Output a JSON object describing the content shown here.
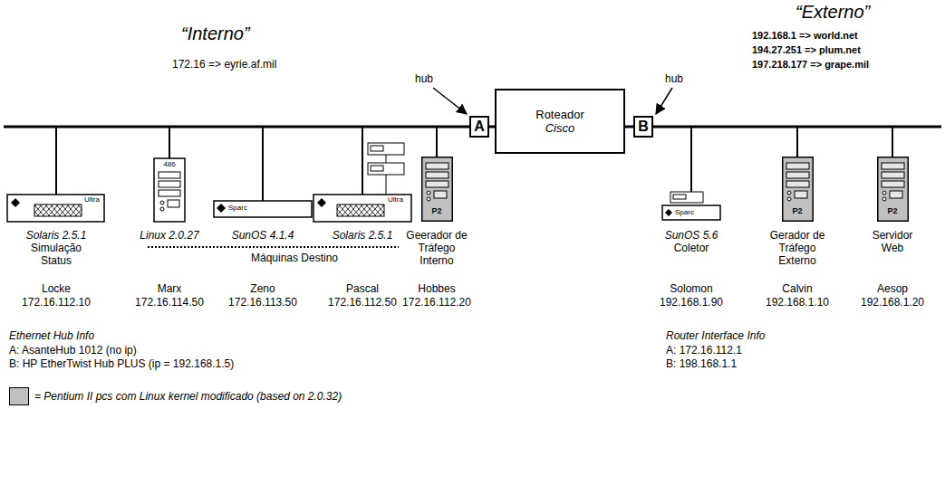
{
  "diagram": {
    "nodes": [
      {
        "text": [
          "A"
        ]
      },
      {
        "text": [
          "Roteador",
          "Cisco"
        ]
      },
      {
        "text": [
          "B"
        ]
      }
    ],
    "edges": [
      {
        "from": 0,
        "to": 1,
        "arrow": "none"
      },
      {
        "from": 1,
        "to": 2,
        "arrow": "none"
      }
    ],
    "labels": [
      "“Interno”",
      "“Externo”",
      "172.16 => eyrie.af.mil",
      "192.168.1 => world.net",
      "194.27.251 => plum.net",
      "197.218.177 => grape.mil",
      "hub",
      "hub",
      "Ultra",
      "486",
      "Sparc",
      "Ultra",
      "P2",
      "Sparc",
      "P2",
      "P2",
      "Solaris 2.5.1",
      "Simulação Status",
      "Linux 2.0.27",
      "SunOS 4.1.4",
      "Solaris 2.5.1",
      "Geerador de Tráfego Interno",
      "Máquinas Destino",
      "SunOS 5.6",
      "Coletor",
      "Gerador de Tráfego Externo",
      "Servidor Web",
      "Locke",
      "172.16.112.10",
      "Marx",
      "172.16.114.50",
      "Zeno",
      "172.16.113.50",
      "Pascal",
      "172.16.112.50",
      "Hobbes",
      "172.16.112.20",
      "Solomon",
      "192.168.1.90",
      "Calvin",
      "192.168.1.10",
      "Aesop",
      "192.168.1.20",
      "Ethernet Hub Info",
      "A: AsanteHub 1012 (no ip)",
      "B: HP EtherTwist Hub PLUS (ip = 192.168.1.5)",
      "Router Interface Info",
      "A: 172.16.112.1",
      "B: 198.168.1.1"
    ],
    "legend": [
      {
        "text": "= Pentium II pcs com Linux kernel modificado (based on 2.0.32)",
        "color": "#c0c0c0"
      }
    ]
  }
}
